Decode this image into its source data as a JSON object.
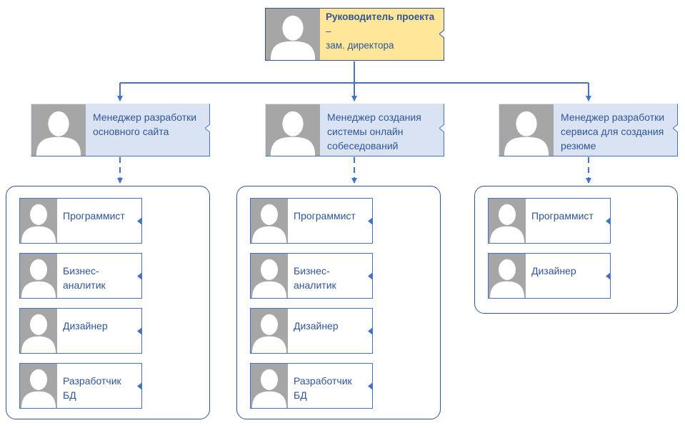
{
  "top": {
    "title": "Руководитель проекта",
    "dash": "–",
    "subtitle": "зам. директора"
  },
  "managers": [
    {
      "label": "Менеджер разработки основного сайта"
    },
    {
      "label": "Менеджер создания системы онлайн собеседований"
    },
    {
      "label": "Менеджер разработки сервиса для создания резюме"
    }
  ],
  "teams": [
    [
      "Программист",
      "Бизнес-\nаналитик",
      "Дизайнер",
      "Разработчик\nБД"
    ],
    [
      "Программист",
      "Бизнес-\nаналитик",
      "Дизайнер",
      "Разработчик\nБД"
    ],
    [
      "Программист",
      "Дизайнер"
    ]
  ],
  "colors": {
    "connector": "#4472c4",
    "top_fill": "#ffe699",
    "manager_fill": "#dae3f3",
    "photo_bg": "#a6a6a6"
  }
}
